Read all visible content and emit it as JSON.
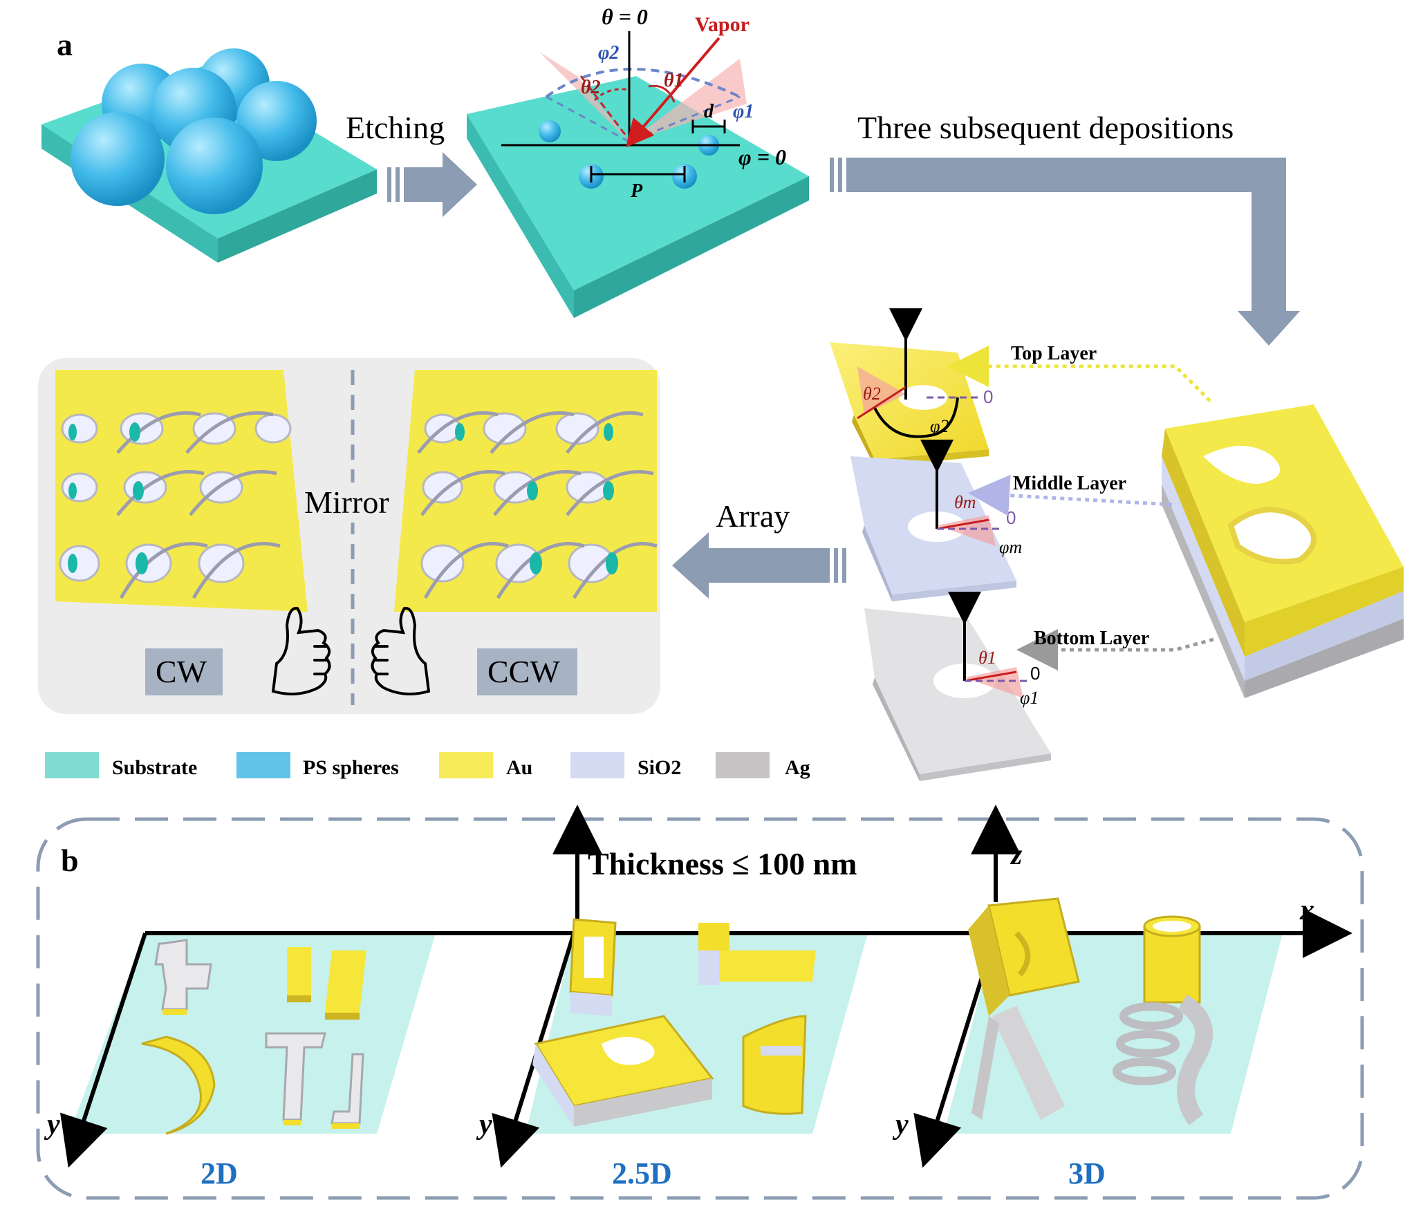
{
  "panel_a": {
    "letter": "a",
    "etching": "Etching",
    "three_depositions": "Three subsequent depositions",
    "array": "Array",
    "mirror": "Mirror",
    "cw": "CW",
    "ccw": "CCW",
    "theta_zero": "θ = 0",
    "phi_zero": "φ = 0",
    "vapor": "Vapor",
    "theta1": "θ1",
    "theta2": "θ2",
    "phi1": "φ1",
    "phi2": "φ2",
    "d": "d",
    "p": "P",
    "top_layer": "Top Layer",
    "middle_layer": "Middle Layer",
    "bottom_layer": "Bottom Layer",
    "theta_m": "θm",
    "phi_m": "φm",
    "zero": "0"
  },
  "legend": {
    "items": [
      {
        "label": "Substrate",
        "color": "#7fdcd0"
      },
      {
        "label": "PS spheres",
        "color": "#62c3e8"
      },
      {
        "label": "Au",
        "color": "#f7eb5a"
      },
      {
        "label": "SiO2",
        "color": "#d3daf2"
      },
      {
        "label": "Ag",
        "color": "#c7c4c6"
      }
    ]
  },
  "panel_b": {
    "letter": "b",
    "thickness": "Thickness ≤ 100 nm",
    "z": "z",
    "x": "x",
    "y": "y",
    "dims": [
      "2D",
      "2.5D",
      "3D"
    ]
  },
  "colors": {
    "substrate": "#4fd6c8",
    "sphere": "#3bb7e8",
    "gold": "#f3de2c",
    "silica": "#d3daf2",
    "silver": "#c9c9cc",
    "arrow": "#8b9cb3",
    "blue_label": "#1f6fc2",
    "panel_bg": "#ececec"
  }
}
